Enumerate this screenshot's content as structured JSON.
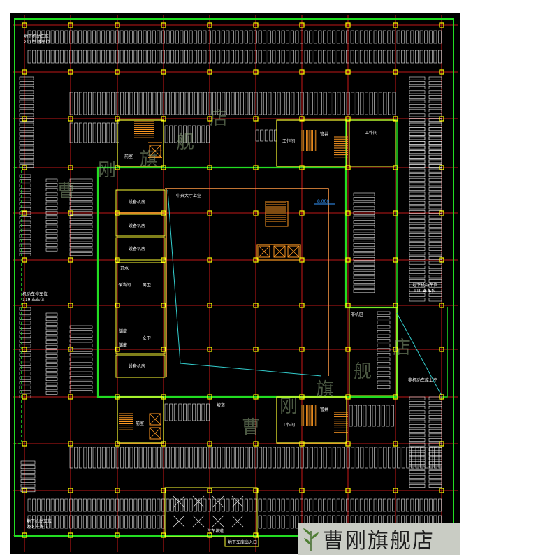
{
  "colors": {
    "background": "#000000",
    "grid": "#ff2020",
    "outer_wall": "#22dd22",
    "core_wall": "#ffff33",
    "column": "#ffff00",
    "stair": "#ff9922",
    "parking": "#e8e8e8",
    "atrium_edge": "#ff9944",
    "diagonal": "#33cccc",
    "level_mark": "#3399ff",
    "watermark": "#8aa37a",
    "badge_bg": "#c9ccc4"
  },
  "labels": {
    "parking_top_left": "地下机动车位",
    "parking_top_left_2": "211车 等车位",
    "parking_left_mid": "机动车停车位",
    "parking_left_mid_2": "119 车车位",
    "parking_right_mid": "地下机动车位",
    "parking_right_mid_2": "110 车车位",
    "parking_bottom_left": "地下机动车位",
    "parking_bottom_left_2": "288 车车位",
    "atrium_label": "中央大厅上空",
    "bike_label": "非机动车库上空",
    "bike_area": "非机区",
    "level": "8.000",
    "room_equip_1": "设备机房",
    "room_equip_2": "设备机房",
    "room_equip_3": "设备机房",
    "room_equip_4": "设备机房",
    "room_office_1": "开水",
    "room_office_2": "保洁间",
    "room_toilet_m": "男卫",
    "room_toilet_f": "女卫",
    "room_storage_1": "储藏",
    "room_storage_2": "储藏",
    "room_work_1": "工作间",
    "room_work_2": "工作间",
    "room_work_3": "工作间",
    "room_shaft_1": "管井",
    "room_shaft_2": "管井",
    "room_lobby_1": "前室",
    "room_lobby_2": "前室",
    "ramp_label": "坡道",
    "bottom_label": "汽车坡道",
    "bottom_label_2": "地下车库出入口"
  },
  "watermark": [
    "曹",
    "刚",
    "旗",
    "舰",
    "店"
  ],
  "brand": "曹刚旗舰店"
}
